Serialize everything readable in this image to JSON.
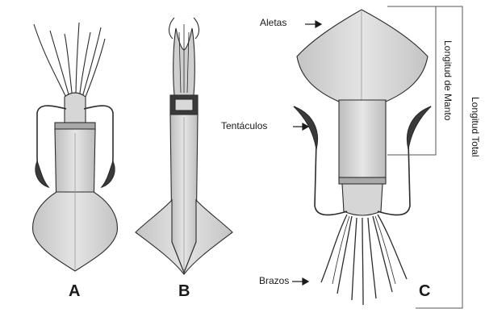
{
  "panels": {
    "a": "A",
    "b": "B",
    "c": "C"
  },
  "labels": {
    "fins": "Aletas",
    "tentacles": "Tentáculos",
    "arms": "Brazos",
    "mantle_length": "Longitud de Manto",
    "total_length": "Longitud Total"
  },
  "colors": {
    "ink": "#2b2b2b",
    "body_fill": "#d9d9d9",
    "shade": "#9a9a9a",
    "dark": "#3a3a3a"
  }
}
